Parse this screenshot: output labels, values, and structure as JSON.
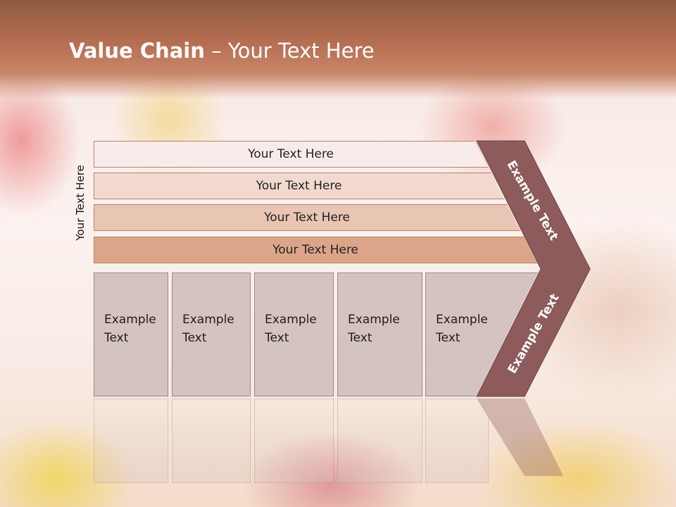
{
  "slide": {
    "title_bold": "Value Chain",
    "title_rest": " – Your Text Here",
    "vertical_label": "Your Text Here"
  },
  "bars": [
    {
      "label": "Your Text Here",
      "color": "#f8ecea"
    },
    {
      "label": "Your Text Here",
      "color": "#f1d9cf"
    },
    {
      "label": "Your Text Here",
      "color": "#e9c5b4"
    },
    {
      "label": "Your Text Here",
      "color": "#dca58a"
    }
  ],
  "cells": [
    {
      "line1": "Example",
      "line2": "Text"
    },
    {
      "line1": "Example",
      "line2": "Text"
    },
    {
      "line1": "Example",
      "line2": "Text"
    },
    {
      "line1": "Example",
      "line2": "Text"
    },
    {
      "line1": "Example",
      "line2": "Text"
    }
  ],
  "chevron": {
    "upper_label": "Example Text",
    "lower_label": "Example Text",
    "color": "#8d5b5b"
  }
}
